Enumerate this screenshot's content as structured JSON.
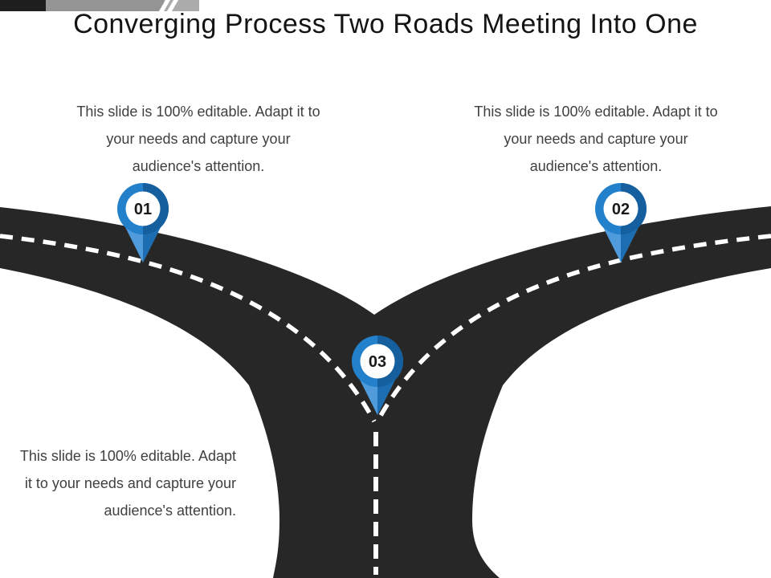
{
  "slide": {
    "title": "Converging Process Two Roads Meeting Into One",
    "colors": {
      "road": "#272727",
      "dash": "#ffffff",
      "pin_ring_light": "#2381cb",
      "pin_ring_dark": "#155f9f",
      "pin_tail_light": "#4f9bdc",
      "pin_tail_dark": "#1c6db1",
      "pin_inner": "#ffffff",
      "body_text": "#404040",
      "title_text": "#141414"
    },
    "pins": [
      {
        "label": "01"
      },
      {
        "label": "02"
      },
      {
        "label": "03"
      }
    ],
    "text_blocks": [
      {
        "position": "top-left",
        "align": "center",
        "lines": [
          "This slide is 100% editable. Adapt it to",
          "your needs and capture your",
          "audience's attention."
        ]
      },
      {
        "position": "top-right",
        "align": "center",
        "lines": [
          "This slide is 100% editable. Adapt it to",
          "your needs and capture your",
          "audience's attention."
        ]
      },
      {
        "position": "bottom-left",
        "align": "right",
        "lines": [
          "This slide is 100% editable. Adapt",
          "it to your needs and capture your",
          "audience's attention."
        ]
      }
    ]
  }
}
